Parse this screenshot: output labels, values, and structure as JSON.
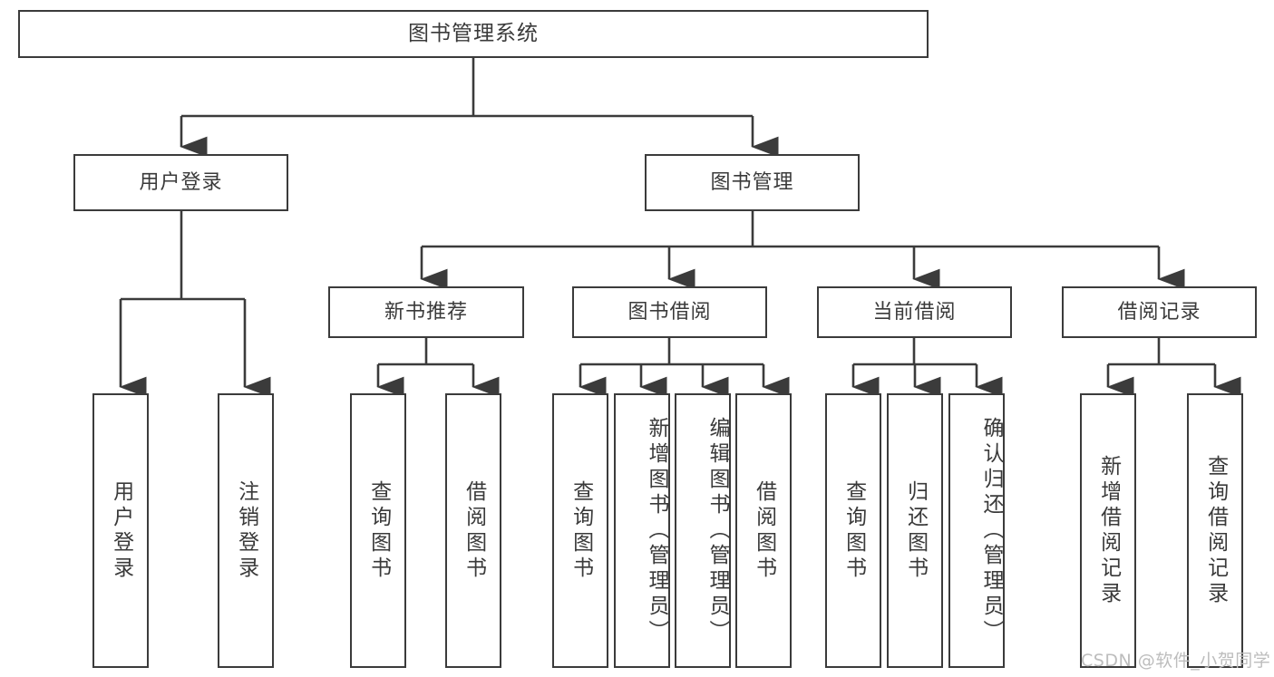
{
  "diagram": {
    "title": "图书管理系统",
    "type": "tree",
    "theme": {
      "box_border": "#3b3b3b",
      "box_fill": "#ffffff",
      "text": "#3a3a3a",
      "edge": "#3b3b3b",
      "background": "#ffffff",
      "watermark": "#bdbdbd"
    },
    "nodes": {
      "root": {
        "label": "图书管理系统"
      },
      "level2": [
        {
          "id": "user-login",
          "label": "用户登录"
        },
        {
          "id": "book-manage",
          "label": "图书管理"
        }
      ],
      "level3": [
        {
          "id": "new-book-recommend",
          "label": "新书推荐"
        },
        {
          "id": "book-borrow",
          "label": "图书借阅"
        },
        {
          "id": "current-borrow",
          "label": "当前借阅"
        },
        {
          "id": "borrow-record",
          "label": "借阅记录"
        }
      ],
      "leaves": {
        "user-login": [
          {
            "id": "leaf-user-login",
            "label": "用户登录"
          },
          {
            "id": "leaf-user-logout",
            "label": "注销登录"
          }
        ],
        "new-book-recommend": [
          {
            "id": "leaf-query-book-1",
            "label": "查询图书"
          },
          {
            "id": "leaf-borrow-book-1",
            "label": "借阅图书"
          }
        ],
        "book-borrow": [
          {
            "id": "leaf-query-book-2",
            "label": "查询图书"
          },
          {
            "id": "leaf-add-book",
            "label": "新增图书（管理员）"
          },
          {
            "id": "leaf-edit-book",
            "label": "编辑图书（管理员）"
          },
          {
            "id": "leaf-borrow-book-2",
            "label": "借阅图书"
          }
        ],
        "current-borrow": [
          {
            "id": "leaf-query-book-3",
            "label": "查询图书"
          },
          {
            "id": "leaf-return-book",
            "label": "归还图书"
          },
          {
            "id": "leaf-confirm-return",
            "label": "确认归还（管理员）"
          }
        ],
        "borrow-record": [
          {
            "id": "leaf-add-record",
            "label": "新增借阅记录"
          },
          {
            "id": "leaf-query-record",
            "label": "查询借阅记录"
          }
        ]
      }
    },
    "watermark": "CSDN @软件_小贺同学"
  }
}
